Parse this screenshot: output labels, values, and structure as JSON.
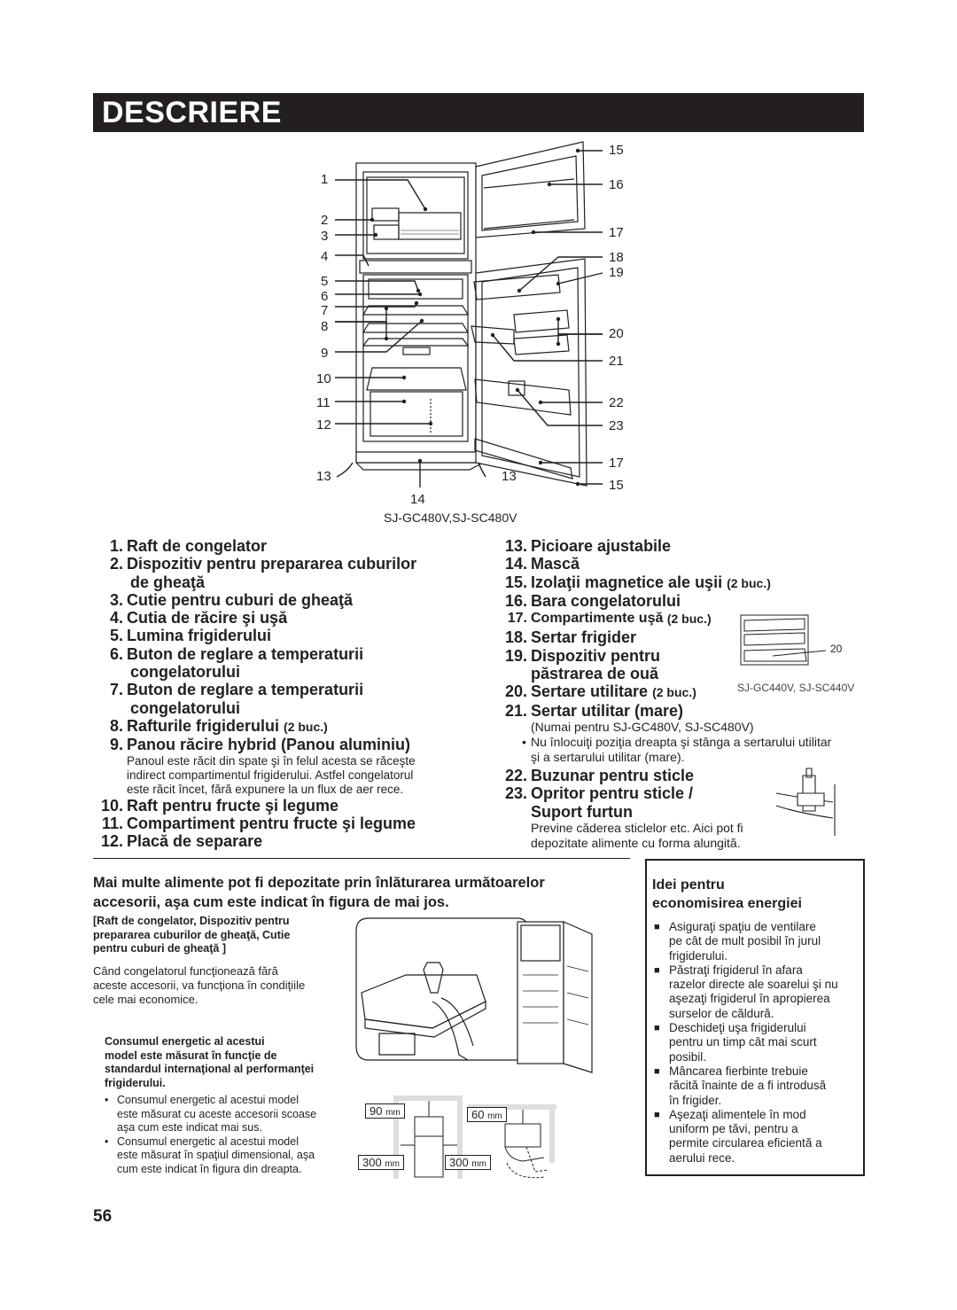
{
  "header": {
    "title": "DESCRIERE"
  },
  "diagram": {
    "callouts_left": [
      "1",
      "2",
      "3",
      "4",
      "5",
      "6",
      "7",
      "8",
      "9",
      "10",
      "11",
      "12",
      "13"
    ],
    "callouts_right": [
      "15",
      "16",
      "17",
      "18",
      "19",
      "20",
      "21",
      "22",
      "23",
      "17",
      "15"
    ],
    "callout_13b": "13",
    "callout_14": "14",
    "model_caption": "SJ-GC480V,SJ-SC480V"
  },
  "parts_left": [
    {
      "n": "1.",
      "t": "Raft de congelator"
    },
    {
      "n": "2.",
      "t": "Dispozitiv pentru prepararea cuburilor"
    },
    {
      "n": "",
      "t": "de gheaţă"
    },
    {
      "n": "3.",
      "t": "Cutie pentru cuburi de gheaţă"
    },
    {
      "n": "4.",
      "t": "Cutia de răcire şi uşă"
    },
    {
      "n": "5.",
      "t": "Lumina frigiderului"
    },
    {
      "n": "6.",
      "t": "Buton de reglare a temperaturii"
    },
    {
      "n": "",
      "t": "congelatorului"
    },
    {
      "n": "7.",
      "t": "Buton de reglare a temperaturii"
    },
    {
      "n": "",
      "t": "congelatorului"
    },
    {
      "n": "8.",
      "t": "Rafturile frigiderului",
      "extra": "(2 buc.)"
    },
    {
      "n": "9.",
      "t": "Panou răcire hybrid (Panou aluminiu)"
    }
  ],
  "part9_note": [
    "Panoul este răcit din spate şi în felul acesta se răceşte",
    "indirect compartimentul frigiderului. Astfel congelatorul",
    "este răcit încet, fără expunere la un flux de aer rece."
  ],
  "parts_left2": [
    {
      "n": "10.",
      "t": "Raft pentru fructe şi legume"
    },
    {
      "n": "11.",
      "t": "Compartiment pentru fructe şi legume"
    },
    {
      "n": "12.",
      "t": "Placă de separare"
    }
  ],
  "parts_right": [
    {
      "n": "13.",
      "t": "Picioare ajustabile"
    },
    {
      "n": "14.",
      "t": "Mască"
    },
    {
      "n": "15.",
      "t": "Izolaţii magnetice ale uşii",
      "extra": "(2 buc.)"
    },
    {
      "n": "16.",
      "t": "Bara congelatorului"
    },
    {
      "n": "17.",
      "t": "Compartimente uşă",
      "extra": "(2 buc.)"
    },
    {
      "n": "18.",
      "t": "Sertar frigider"
    },
    {
      "n": "19.",
      "t": "Dispozitiv pentru"
    },
    {
      "n": "",
      "t": "păstrarea de ouă"
    },
    {
      "n": "20.",
      "t": "Sertare utilitare",
      "extra": "(2 buc.)"
    },
    {
      "n": "21.",
      "t": "Sertar utilitar (mare)"
    }
  ],
  "part21_note": "(Numai pentru SJ-GC480V, SJ-SC480V)",
  "part21_bullet": [
    "Nu înlocuiţi poziţia dreapta şi stânga a sertarului utilitar",
    "şi a sertarului utilitar (mare)."
  ],
  "parts_right2": [
    {
      "n": "22.",
      "t": "Buzunar pentru sticle"
    },
    {
      "n": "23.",
      "t": "Opritor pentru sticle /"
    },
    {
      "n": "",
      "t": "Suport furtun"
    }
  ],
  "part23_note": [
    "Previne căderea sticlelor etc. Aici pot fi",
    "depozitate alimente cu forma alungită."
  ],
  "inset": {
    "label": "20",
    "caption": "SJ-GC440V, SJ-SC440V"
  },
  "more_food": [
    "Mai multe alimente pot fi depozitate prin înlăturarea următoarelor",
    "accesorii, aşa cum este indicat în figura de mai jos."
  ],
  "accessories_note": [
    "[Raft de congelator, Dispozitiv pentru",
    "prepararea cuburilor de gheaţă, Cutie",
    "pentru cuburi de gheaţă ]"
  ],
  "accessories_text": [
    "Când congelatorul funcţionează fără",
    "aceste accesorii, va funcţiona în condiţiile",
    "cele mai economice."
  ],
  "energy_title": [
    "Consumul energetic al acestui",
    "model este măsurat în funcţie de",
    "standardul internaţional al performanţei",
    "frigiderului."
  ],
  "energy_bullets": [
    [
      "Consumul energetic al acestui model",
      "este măsurat cu aceste accesorii scoase",
      "aşa cum este indicat mai sus."
    ],
    [
      "Consumul energetic al acestui model",
      "este măsurat în spaţiul dimensional, aşa",
      "cum este indicat în figura din dreapta."
    ]
  ],
  "clearances": {
    "top_left": "90",
    "top_right": "60",
    "side_left": "300",
    "side_right": "300",
    "unit": "mm"
  },
  "tips": {
    "title": [
      "Idei pentru",
      "economisirea energiei"
    ],
    "items": [
      [
        "Asiguraţi spaţiu de ventilare",
        "pe cât de mult posibil în jurul",
        "frigiderului."
      ],
      [
        "Păstraţi frigiderul în afara",
        "razelor directe ale soarelui şi nu",
        "aşezaţi frigiderul în apropierea",
        "surselor de căldură."
      ],
      [
        "Deschideţi uşa frigiderului",
        "pentru un timp cât mai scurt",
        "posibil."
      ],
      [
        "Mâncarea fierbinte trebuie",
        "răcită înainte de a fi introdusă",
        "în frigider."
      ],
      [
        "Aşezaţi alimentele în mod",
        "uniform pe tăvi, pentru a",
        "permite circularea eficientă a",
        "aerului rece."
      ]
    ]
  },
  "page_number": "56"
}
